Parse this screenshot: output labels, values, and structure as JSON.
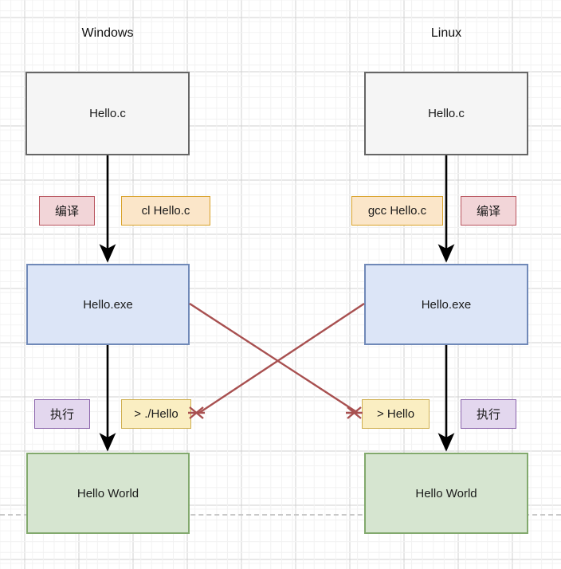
{
  "diagram": {
    "title_left": "Windows",
    "title_right": "Linux",
    "columns": [
      {
        "platform": "Windows",
        "source_label": "Hello.c",
        "binary_label": "Hello.exe",
        "output_label": "Hello World",
        "compile_action_tag": "编译",
        "compile_command_tag": "cl Hello.c",
        "run_action_tag": "执行",
        "run_command_tag": "> ./Hello"
      },
      {
        "platform": "Linux",
        "source_label": "Hello.c",
        "binary_label": "Hello.exe",
        "output_label": "Hello World",
        "compile_action_tag": "编译",
        "compile_command_tag": "gcc Hello.c",
        "run_action_tag": "执行",
        "run_command_tag": "> Hello"
      }
    ],
    "cross_links": [
      {
        "from": "windows-binary",
        "to": "linux-run-command",
        "marker": "x-cross-incompatible",
        "color": "#a85050"
      },
      {
        "from": "linux-binary",
        "to": "windows-run-command",
        "marker": "x-cross-incompatible",
        "color": "#a85050"
      }
    ],
    "colors": {
      "source_fill": "#f5f5f5",
      "source_stroke": "#666666",
      "binary_fill": "#dce5f7",
      "binary_stroke": "#7089b8",
      "output_fill": "#d6e5d0",
      "output_stroke": "#82a96d",
      "tag_red_fill": "#f2d5d8",
      "tag_red_stroke": "#b8545e",
      "tag_orange_fill": "#fbe6c9",
      "tag_orange_stroke": "#d8a128",
      "tag_purple_fill": "#e3d7ee",
      "tag_purple_stroke": "#8a63ab",
      "tag_yellow_fill": "#faeec2",
      "tag_yellow_stroke": "#cfae4e",
      "arrow": "#000000",
      "cross_link": "#a85050",
      "grid_minor": "#f2f2f2",
      "grid_major": "#d0d0d0",
      "guide_dashed": "#c9c9c9"
    }
  }
}
